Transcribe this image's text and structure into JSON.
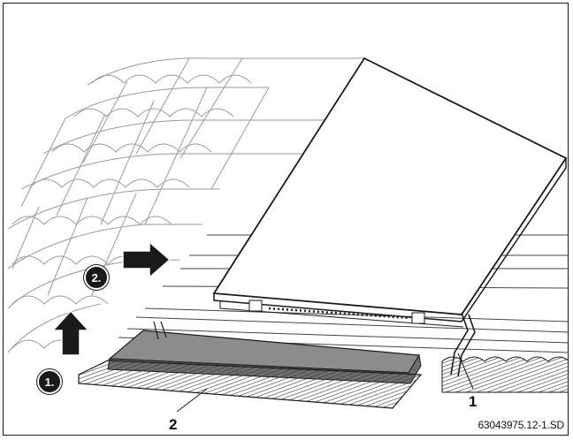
{
  "figure": {
    "callouts": {
      "part_1": "1",
      "part_2": "2"
    },
    "steps": {
      "step_1": "1.",
      "step_2": "2."
    },
    "document_id": "63043975.12-1.SD"
  }
}
